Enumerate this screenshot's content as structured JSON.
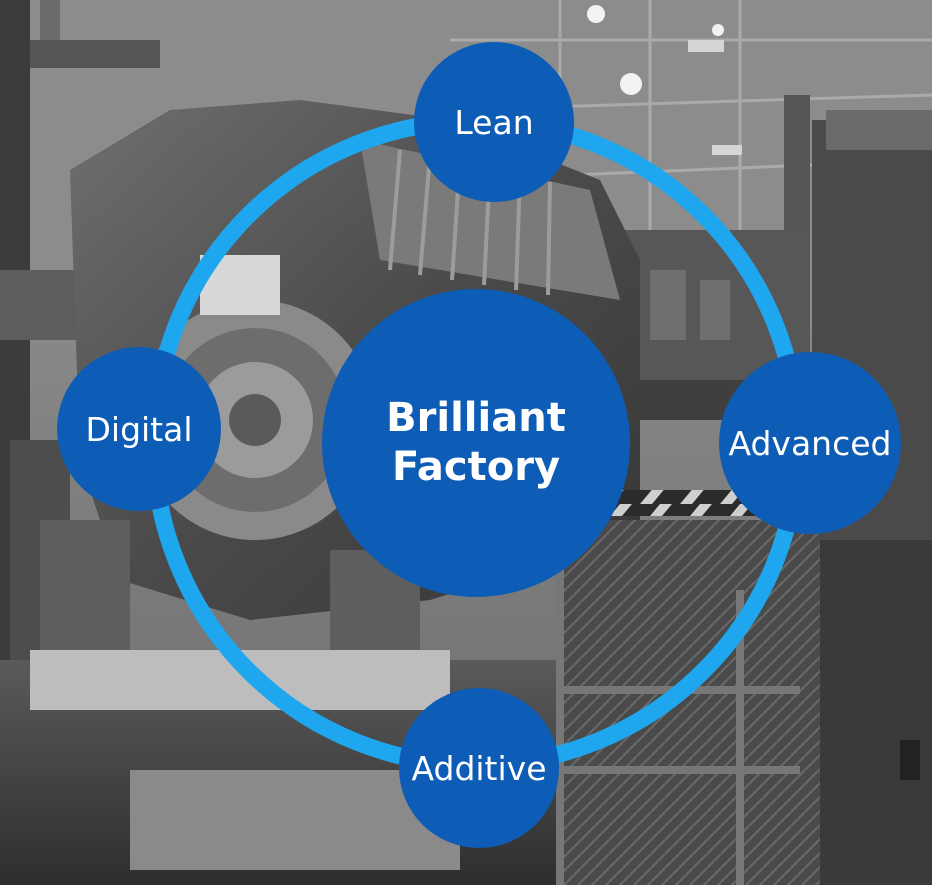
{
  "diagram": {
    "center": {
      "line1": "Brilliant",
      "line2": "Factory"
    },
    "nodes": {
      "lean": "Lean",
      "digital": "Digital",
      "advanced": "Advanced",
      "additive": "Additive"
    }
  },
  "colors": {
    "node_fill": "#0d5cb6",
    "ring": "#1ea7ee",
    "text": "#ffffff",
    "photo_tone": "grayscale"
  },
  "icons": {
    "background": "factory-engine-photo"
  }
}
